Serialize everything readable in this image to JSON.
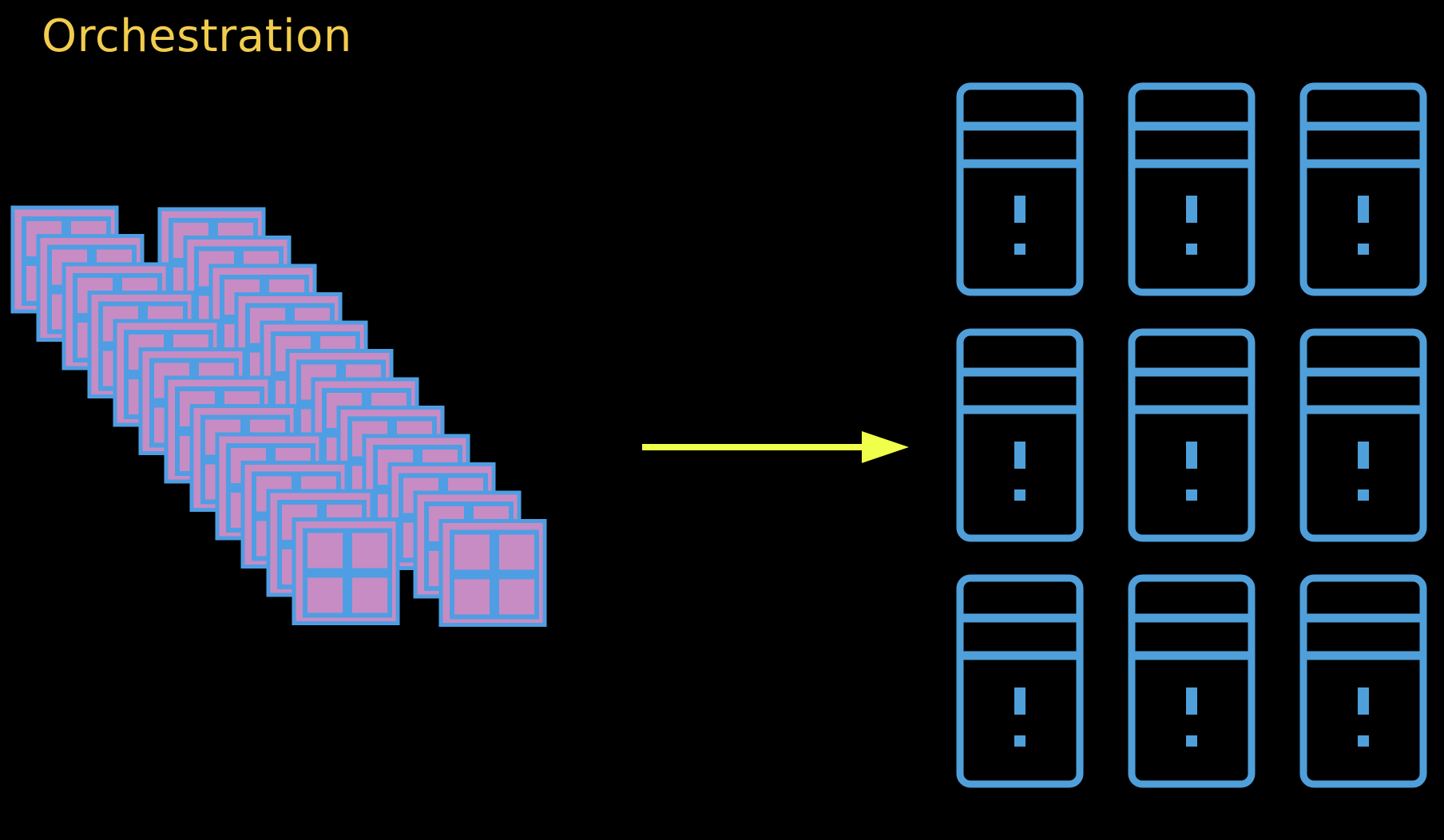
{
  "slide": {
    "title": "Orchestration"
  },
  "colors": {
    "background": "#000000",
    "title": "#F1CC4E",
    "container_fill": "#C78CC3",
    "container_stroke": "#4F9EE3",
    "arrow": "#EFFF4A",
    "server": "#4F9FDA"
  },
  "diagram": {
    "containers": {
      "icon": "container-icon",
      "count": 24
    },
    "arrow": {
      "icon": "right-arrow-icon"
    },
    "servers": {
      "icon": "server-tower-icon",
      "count": 9
    }
  }
}
